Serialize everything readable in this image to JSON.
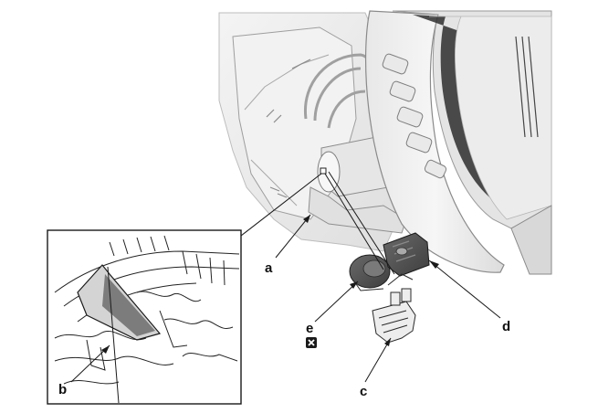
{
  "diagram": {
    "colors": {
      "line": "#1a1a1a",
      "part_light": "#eeeeee",
      "part_mid": "#d9d9d9",
      "part_dark": "#9a9a9a",
      "bulb_dark": "#555555",
      "detail_fill": "#d0d0d0"
    },
    "labels": {
      "a": "a",
      "b": "b",
      "c": "c",
      "d": "d",
      "e": "e"
    },
    "icons": {
      "replace_symbol": "boxed-x-icon"
    }
  }
}
